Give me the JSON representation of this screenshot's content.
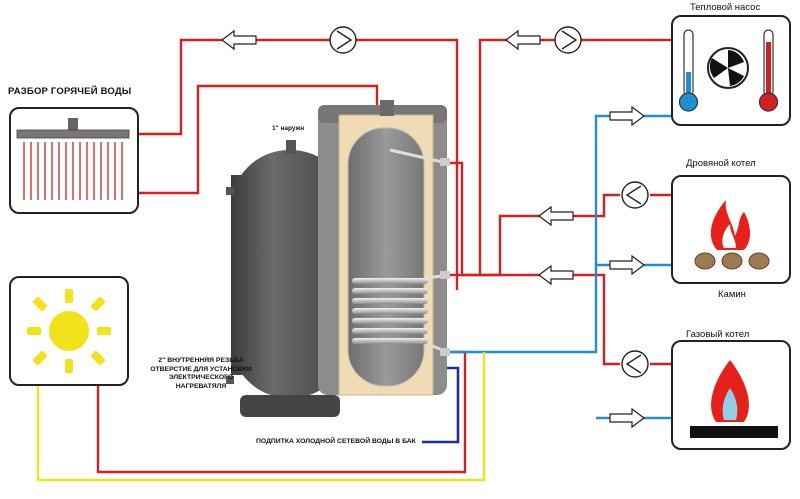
{
  "labels": {
    "hot_water_draw": "РАЗБОР ГОРЯЧЕЙ ВОДЫ",
    "heat_pump": "Тепловой насос",
    "wood_boiler": "Дровяной котел",
    "fireplace": "Камин",
    "gas_boiler": "Газовый котел",
    "thread_note": "1\" наружн",
    "heater_note": "2\" ВНУТРЕННЯЯ РЕЗЬБА ОТВЕРСТИЕ ДЛЯ УСТАНОВКИ ЭЛЕКТРИЧЕСКОГО НАГРЕВАТЯЛЯ",
    "cold_supply": "ПОДПИТКА ХОЛОДНОЙ СЕТЕВОЙ ВОДЫ В БАК"
  },
  "colors": {
    "hot_line": "#d42020",
    "cold_line": "#1e8fd0",
    "solar_line": "#f2e21a",
    "mains_line": "#1c2fa8",
    "tank": "#5a5a5a",
    "insulation": "#efdcb4",
    "sun": "#f2e21a",
    "flame": "#e8201a"
  },
  "icons": [
    "shower-icon",
    "sun-icon",
    "thermometer-icon",
    "fan-icon",
    "flame-icon",
    "logs-icon",
    "gas-flame-icon",
    "pump-icon",
    "arrow-icon"
  ]
}
